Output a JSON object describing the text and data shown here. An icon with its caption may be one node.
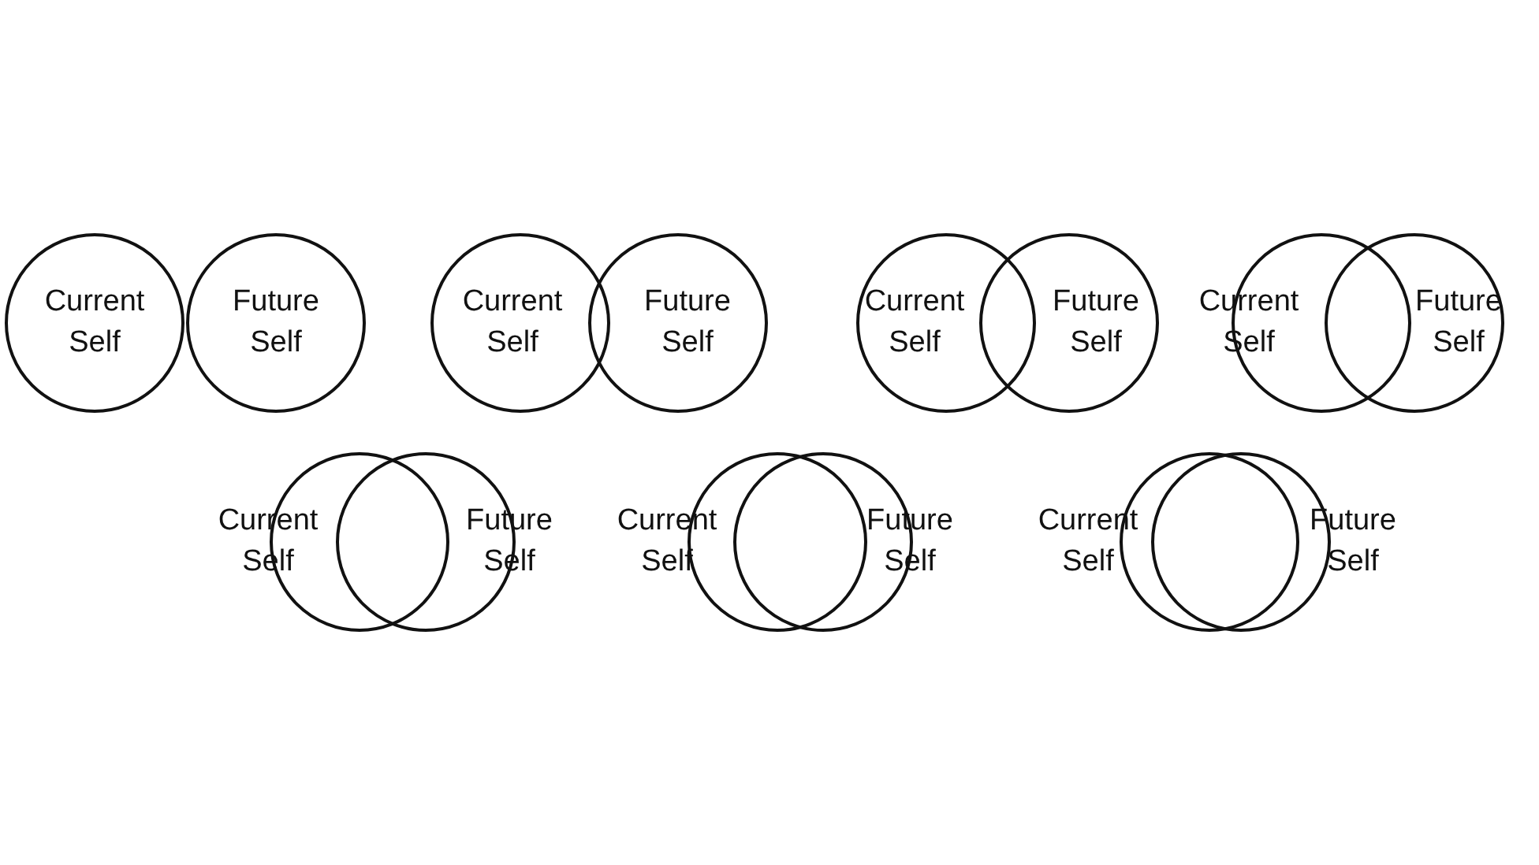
{
  "diagram": {
    "nodes": [
      {
        "text": [
          "Current Self"
        ]
      },
      {
        "text": [
          "Future Self"
        ]
      },
      {
        "text": [
          "Current Self"
        ]
      },
      {
        "text": [
          "Future Self"
        ]
      },
      {
        "text": [
          "Current Self"
        ]
      },
      {
        "text": [
          "Future Self"
        ]
      },
      {
        "text": [
          "Current Self"
        ]
      },
      {
        "text": [
          "Future Self"
        ]
      },
      {
        "text": [
          "Current Self"
        ]
      },
      {
        "text": [
          "Future Self"
        ]
      },
      {
        "text": [
          "Current Self"
        ]
      },
      {
        "text": [
          "Future Self"
        ]
      },
      {
        "text": [
          "Current Self"
        ]
      },
      {
        "text": [
          "Future Self"
        ]
      }
    ]
  }
}
